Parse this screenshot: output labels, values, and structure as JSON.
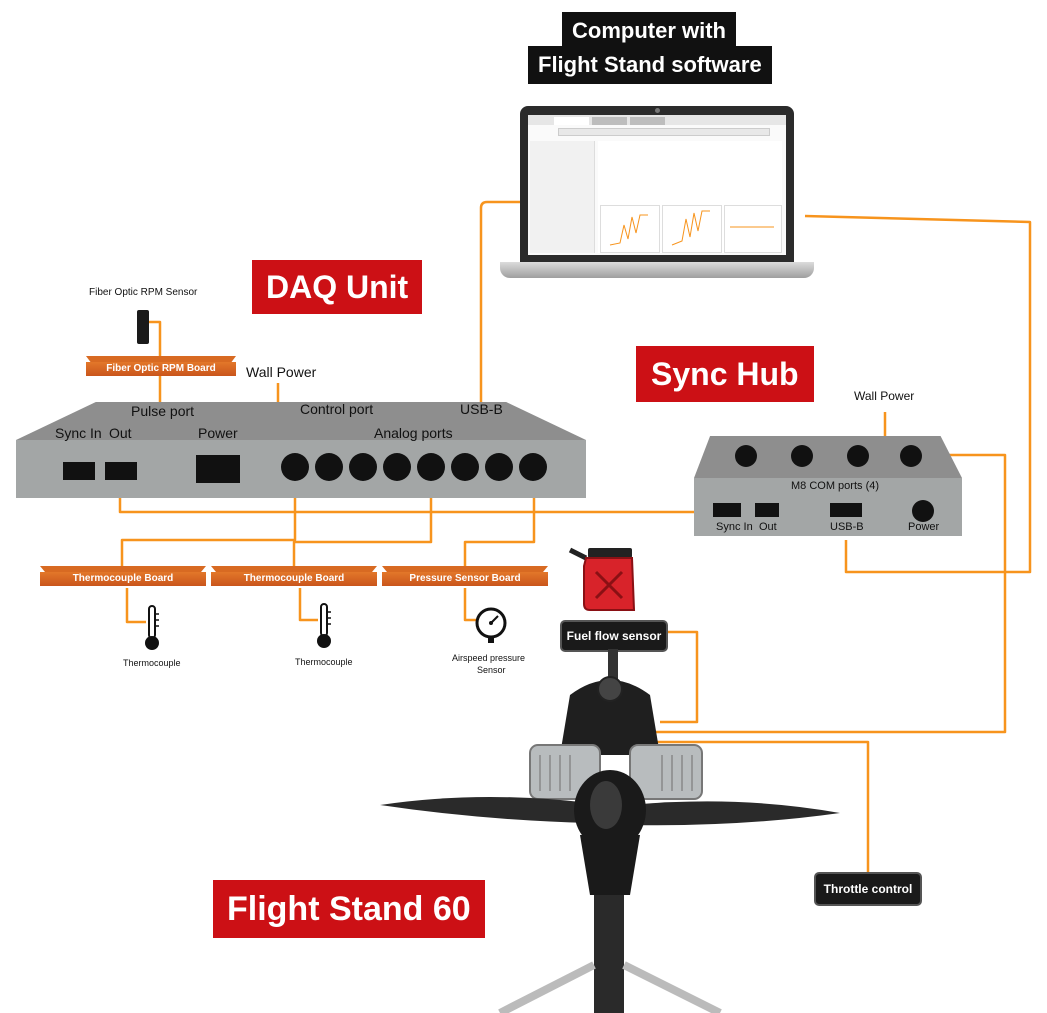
{
  "titles": {
    "computer_line1": "Computer with",
    "computer_line2": "Flight Stand software",
    "daq": "DAQ Unit",
    "sync_hub": "Sync Hub",
    "flight_stand": "Flight Stand 60"
  },
  "daq_unit": {
    "pulse_port": "Pulse port",
    "control_port": "Control port",
    "usb_b": "USB-B",
    "sync_in": "Sync In",
    "out": "Out",
    "power": "Power",
    "analog_ports": "Analog ports",
    "wall_power": "Wall Power"
  },
  "sync_hub": {
    "m8_com_ports": "M8 COM ports (4)",
    "sync_in": "Sync In",
    "out": "Out",
    "usb_b": "USB-B",
    "power": "Power",
    "wall_power": "Wall Power"
  },
  "sensors": {
    "fiber_optic_sensor": "Fiber Optic RPM Sensor",
    "fiber_optic_board": "Fiber Optic RPM Board",
    "thermo_board_1": "Thermocouple Board",
    "thermo_board_2": "Thermocouple Board",
    "pressure_board": "Pressure Sensor Board",
    "thermocouple_1": "Thermocouple",
    "thermocouple_2": "Thermocouple",
    "airspeed_line1": "Airspeed pressure",
    "airspeed_line2": "Sensor",
    "fuel_flow": "Fuel flow sensor",
    "throttle": "Throttle control"
  },
  "colors": {
    "wire": "#f7941d",
    "board": "#e06f26",
    "device_gray": "#8f8f8f",
    "title_red": "#cc1015"
  }
}
